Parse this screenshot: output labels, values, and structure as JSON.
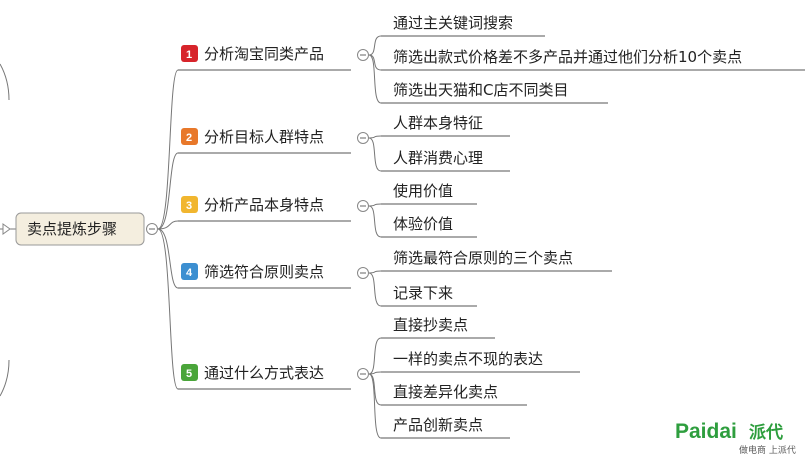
{
  "root": {
    "label": "卖点提炼步骤"
  },
  "branches": [
    {
      "num": "1",
      "label": "分析淘宝同类产品",
      "color": "#d7242b",
      "children": [
        "通过主关键词搜索",
        "筛选出款式价格差不多产品并通过他们分析10个卖点",
        "筛选出天猫和C店不同类目"
      ]
    },
    {
      "num": "2",
      "label": "分析目标人群特点",
      "color": "#e8782a",
      "children": [
        "人群本身特征",
        "人群消费心理"
      ]
    },
    {
      "num": "3",
      "label": "分析产品本身特点",
      "color": "#f1b62f",
      "children": [
        "使用价值",
        "体验价值"
      ]
    },
    {
      "num": "4",
      "label": "筛选符合原则卖点",
      "color": "#3c8fd1",
      "children": [
        "筛选最符合原则的三个卖点",
        "记录下来"
      ]
    },
    {
      "num": "5",
      "label": "通过什么方式表达",
      "color": "#4aa53a",
      "children": [
        "直接抄卖点",
        "一样的卖点不现的表达",
        "直接差异化卖点",
        "产品创新卖点"
      ]
    }
  ],
  "watermark": {
    "brand": "Paidai",
    "brand_cn": "派代",
    "tagline": "做电商 上派代"
  }
}
